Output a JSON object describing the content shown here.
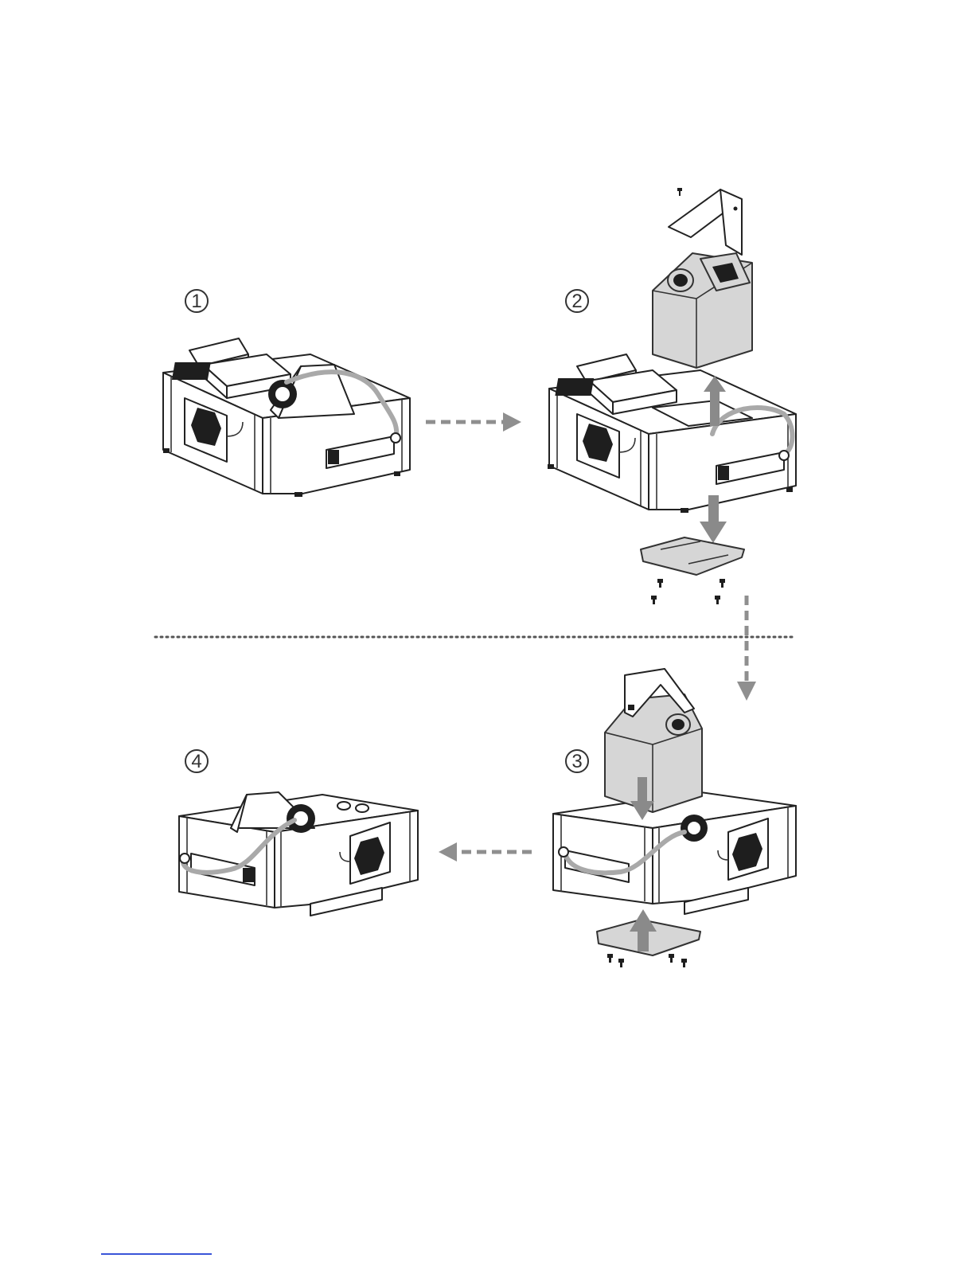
{
  "steps": [
    {
      "number": "1"
    },
    {
      "number": "2"
    },
    {
      "number": "3"
    },
    {
      "number": "4"
    }
  ],
  "colors": {
    "outline": "#222222",
    "tank_fill": "#d6d6d6",
    "arrow_gray": "#8f8f8f",
    "hose_gray": "#a9a9a9",
    "footer_link": "#3a55d8"
  },
  "icons": [
    "machine-illustration",
    "fluid-tank-icon",
    "bracket-icon",
    "base-plate-icon",
    "screw-icon",
    "dashed-arrow",
    "solid-arrow"
  ]
}
